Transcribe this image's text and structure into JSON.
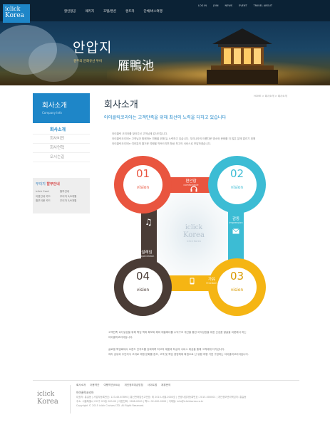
{
  "brand": {
    "line1": "iclick",
    "line2": "Korea"
  },
  "nav": [
    "할인항공",
    "패키지",
    "호텔/펜션",
    "렌트카",
    "단체/버스여행"
  ],
  "util": [
    "LOG IN",
    "JOIN",
    "NEWS",
    "EVENT",
    "TRAVEL ABOUT"
  ],
  "hero": {
    "title_ko": "안압지",
    "subtitle": "경주의 문화유산 투어",
    "title_cn": "雁鴨池"
  },
  "sidebar": {
    "heading": "회사소개",
    "heading_en": "Company Info",
    "items": [
      {
        "label": "회사소개",
        "active": true
      },
      {
        "label": "회사비전",
        "active": false
      },
      {
        "label": "회사연혁",
        "active": false
      },
      {
        "label": "오시는길",
        "active": false
      }
    ],
    "box": {
      "title_prefix": "무이지",
      "title_highlight": "할부안내",
      "rows": [
        {
          "left": "iclick Card",
          "right": "할부안내"
        },
        {
          "left": "이용안내 카드",
          "right": "무이자 3/6개월"
        },
        {
          "left": "할부이용 카드",
          "right": "무이자 3/6개월"
        }
      ]
    }
  },
  "breadcrumb": "HOME > 회사소개 > 회사소개",
  "main": {
    "title": "회사소개",
    "subtitle": "아이클릭코리아는 고객만족을 위해 최선의 노력을 다하고 있습니다",
    "intro": [
      "아이클릭 코리아를 찾아주신 고객님께 감사드립니다.",
      "아이클릭코리아는 고객님과 함께하는 여행을 위해 늘 노력하고 있습니다. 우리나라의 아름다운 명소와 문화를 더 많은 분께 알리기 위해",
      "아이클릭코리아는 여러분의 즐거운 여행을 약속드리며 항상 최고의 서비스로 보답하겠습니다."
    ]
  },
  "diagram": {
    "center": {
      "a": "iclick",
      "b": "Korea",
      "c": "iclick Korea"
    },
    "circles": [
      {
        "num": "01",
        "label": "vision",
        "color": "#e9553f"
      },
      {
        "num": "02",
        "label": "vision",
        "color": "#3cbcd4"
      },
      {
        "num": "03",
        "label": "vision",
        "color": "#f5b514"
      },
      {
        "num": "04",
        "label": "vision",
        "color": "#4a3c36"
      }
    ],
    "connectors": [
      {
        "title": "편안함",
        "sub": "comfortable",
        "icon": "headphones-icon"
      },
      {
        "title": "감동",
        "sub": "impression",
        "icon": "mail-icon"
      },
      {
        "title": "가유",
        "sub": "Freedom",
        "icon": "phone-icon"
      },
      {
        "title": "설레임",
        "sub": "expectation",
        "icon": "music-note-icon"
      }
    ]
  },
  "body": {
    "p1": [
      "고객만족 1위 달성을 위해 책임 백퍼 확보와 해외 매출확대를 수익구조 개선을 통한 이익성장을 위한 신성품 발굴을 비롯해서 하는",
      "아이클릭코리아입니다."
    ],
    "p2": [
      "글로벌 책임빠에서 브랜드 인지도를 강화하며 최고의 제품과 최상의 서비스 제공을 통해 고객에게 다가갑니다.",
      "여러 공유와 주인의식 고취로 여행 문화를 창조, 고객 및 책임 경영체제 확립으로 신 유행 여행 기업 구현하는 아이클릭코리아입니다."
    ]
  },
  "footer": {
    "links": [
      "회사소개",
      "이용약관",
      "여행약관(FAQ)",
      "개인정보취급방침",
      "사이트맵",
      "제휴문의"
    ],
    "company": "아이클릭코리아",
    "info": [
      "대표자: 홍길동 | 사업자등록번호: 123-45-67890 | 통신판매업신고번호: 제 2015-서울-0000호 | 관광사업자등록번호: 2015-000001 | 개인정보관리책임자: 홍길동",
      "주소: 서울특별시 OO구 OO동 000-00 | 대표전화: 1588-0000 | 팩스: 02-000-0000 | 이메일: info@iclickkorea.co.kr",
      "Copyright © 2015 iclick Cruises LTD. All Right Reserved."
    ]
  }
}
